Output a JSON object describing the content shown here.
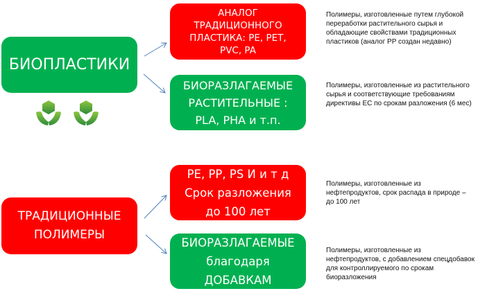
{
  "bioplastics": {
    "title": "БИОПЛАСТИКИ",
    "analog": "АНАЛОГ\nТРАДИЦИОННОГО\nПЛАСТИКА: PE, PET,\nPVC, PA",
    "analog_desc": "Полимеры, изготовленные путем глубокой переработки растительного сырья и обладающие свойствами традиционных пластиков (аналог PP создан недавно)",
    "biodegradable": "БИОРАЗЛАГАЕМЫЕ\nРАСТИТЕЛЬНЫЕ :\nPLA, PHA и т.п.",
    "biodegradable_desc": "Полимеры, изготовленные из растительного сырья и соответствующие требованиям директивы ЕС  по срокам разложения (6 мес)"
  },
  "traditional": {
    "title": "ТРАДИЦИОННЫЕ\nПОЛИМЕРЫ",
    "conventional": "PE, PP, PS И и т д\nСрок разложения\nдо 100 лет",
    "conventional_desc": "Полимеры, изготовленные из нефтепродуктов, срок распада в природе – до 100 лет",
    "additive": "БИОРАЗЛАГАЕМЫЕ\nблагодаря\nДОБАВКАМ",
    "additive_desc": "Полимеры, изготовленные из нефтепродуктов, с добавлением спецдобавок для контроллируемого по срокам биоразложения"
  },
  "colors": {
    "green": "#00b050",
    "red": "#ff0000",
    "arrow": "#4f81bd"
  }
}
